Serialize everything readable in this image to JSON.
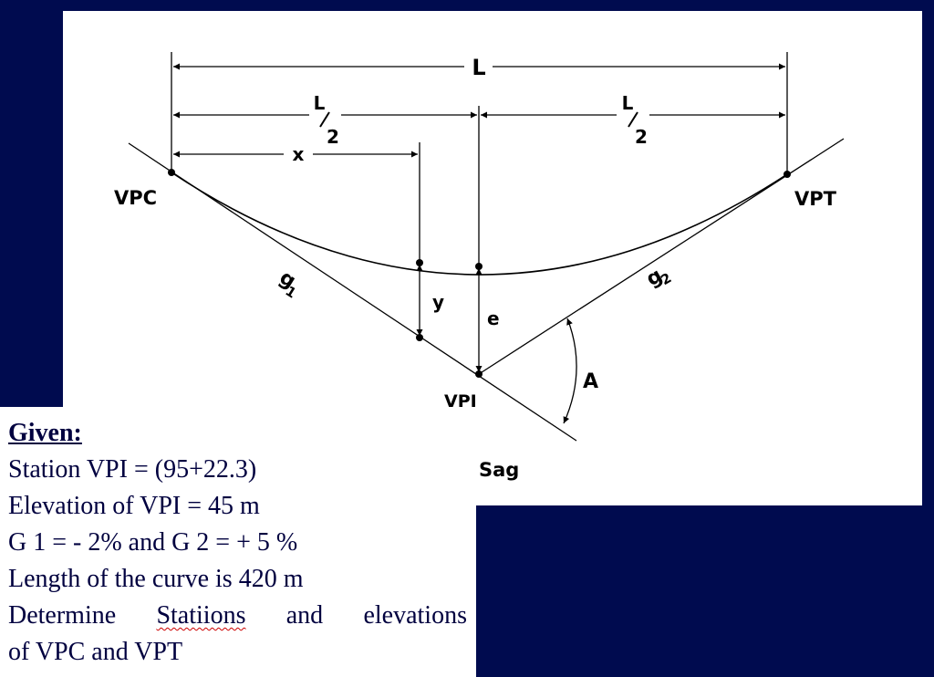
{
  "diagram": {
    "labels": {
      "L": "L",
      "half_L_num": "L",
      "half_L_den": "2",
      "x": "x",
      "y": "y",
      "e": "e",
      "A": "A",
      "g1": "g",
      "g1_sub": "1",
      "g2": "g",
      "g2_sub": "2",
      "VPC": "VPC",
      "VPT": "VPT",
      "VPI": "VPI",
      "Sag": "Sag"
    }
  },
  "given": {
    "heading": "Given:",
    "line1": "Station VPI = (95+22.3)",
    "line2": "Elevation of VPI  = 45 m",
    "line3": "G 1 = - 2% and G 2 = + 5 %",
    "line4": "Length of the curve is 420 m",
    "line5a": "Determine",
    "line5b": "Statiions",
    "line5c": "and",
    "line5d": "elevations",
    "line6": "of VPC and VPT"
  }
}
